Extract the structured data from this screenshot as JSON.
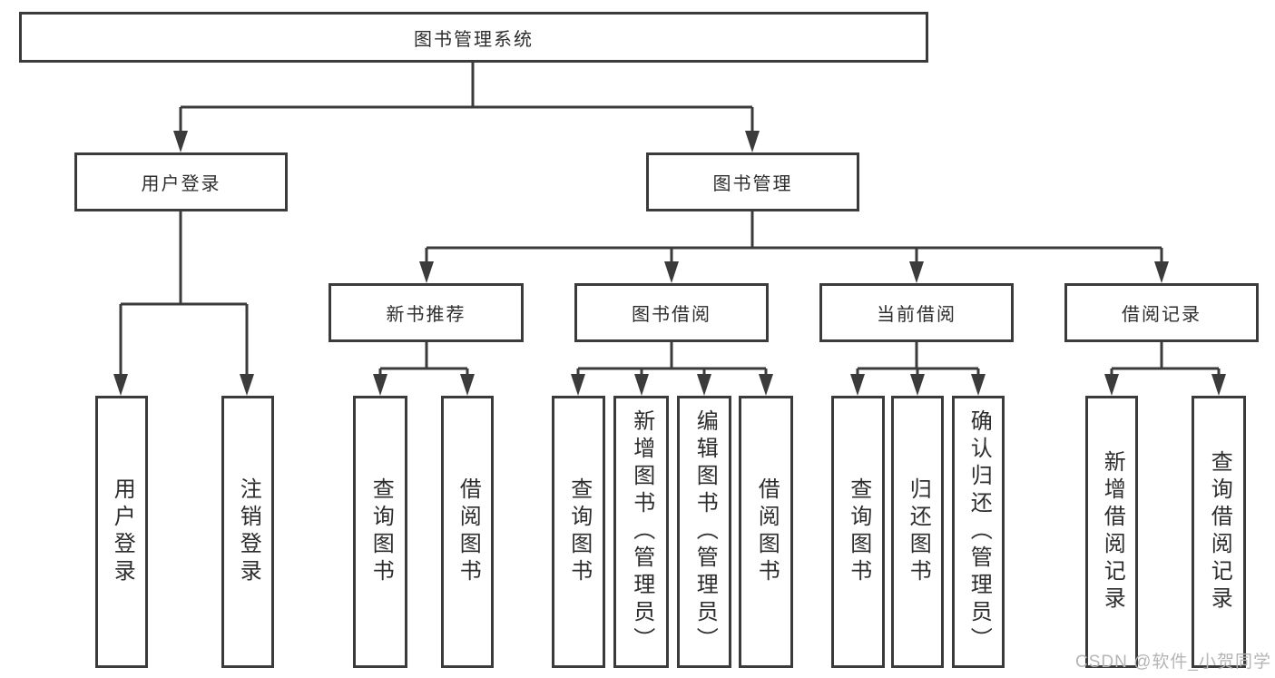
{
  "title": "图书管理系统",
  "nodes": {
    "user_login": "用户登录",
    "book_management": "图书管理",
    "new_book_recommendation": "新书推荐",
    "book_borrowing": "图书借阅",
    "current_borrowing": "当前借阅",
    "borrowing_records": "借阅记录",
    "leaf_user_login": "用户登录",
    "leaf_logout": "注销登录",
    "leaf_query_books_recommend": "查询图书",
    "leaf_borrow_books_recommend": "借阅图书",
    "leaf_query_books_borrowing": "查询图书",
    "leaf_add_books_admin": "新增图书（管理员）",
    "leaf_edit_books_admin": "编辑图书（管理员）",
    "leaf_borrow_books_borrowing": "借阅图书",
    "leaf_query_books_current": "查询图书",
    "leaf_return_books": "归还图书",
    "leaf_confirm_return_admin": "确认归还（管理员）",
    "leaf_add_borrow_record": "新增借阅记录",
    "leaf_query_borrow_record": "查询借阅记录"
  },
  "watermark": "CSDN @软件_小贺同学",
  "colors": {
    "line": "#3b3b3b",
    "text": "#2d2d2d",
    "watermark": "#b5b5b5",
    "background": "#ffffff"
  }
}
